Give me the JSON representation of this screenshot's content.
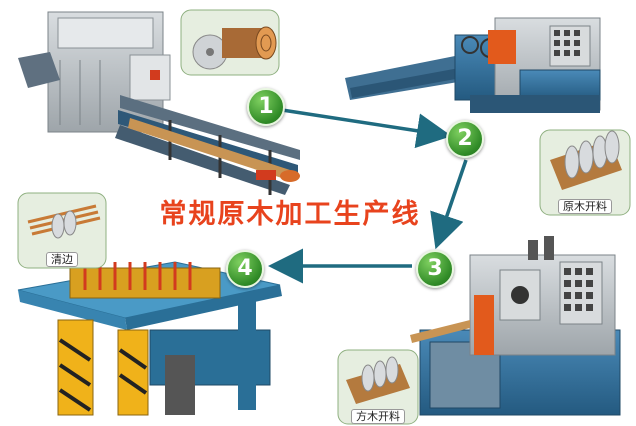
{
  "title": "常规原木加工生产线",
  "steps": [
    {
      "number": "1"
    },
    {
      "number": "2"
    },
    {
      "number": "3"
    },
    {
      "number": "4"
    }
  ],
  "thumbnails": [
    {
      "name": "log-saw-blade",
      "label": ""
    },
    {
      "name": "log-ripping",
      "label": "原木开料"
    },
    {
      "name": "square-timber-ripping",
      "label": "方木开料"
    },
    {
      "name": "edge-trimming",
      "label": "清边"
    }
  ],
  "colors": {
    "title": "#e8431d",
    "step_circle": "#2f8a26",
    "arrow": "#1f6b80",
    "machine_blue": "#2f6f9a",
    "machine_gray": "#b9bfc3",
    "machine_yellow": "#f0b21a",
    "machine_orange": "#e25a1c"
  }
}
